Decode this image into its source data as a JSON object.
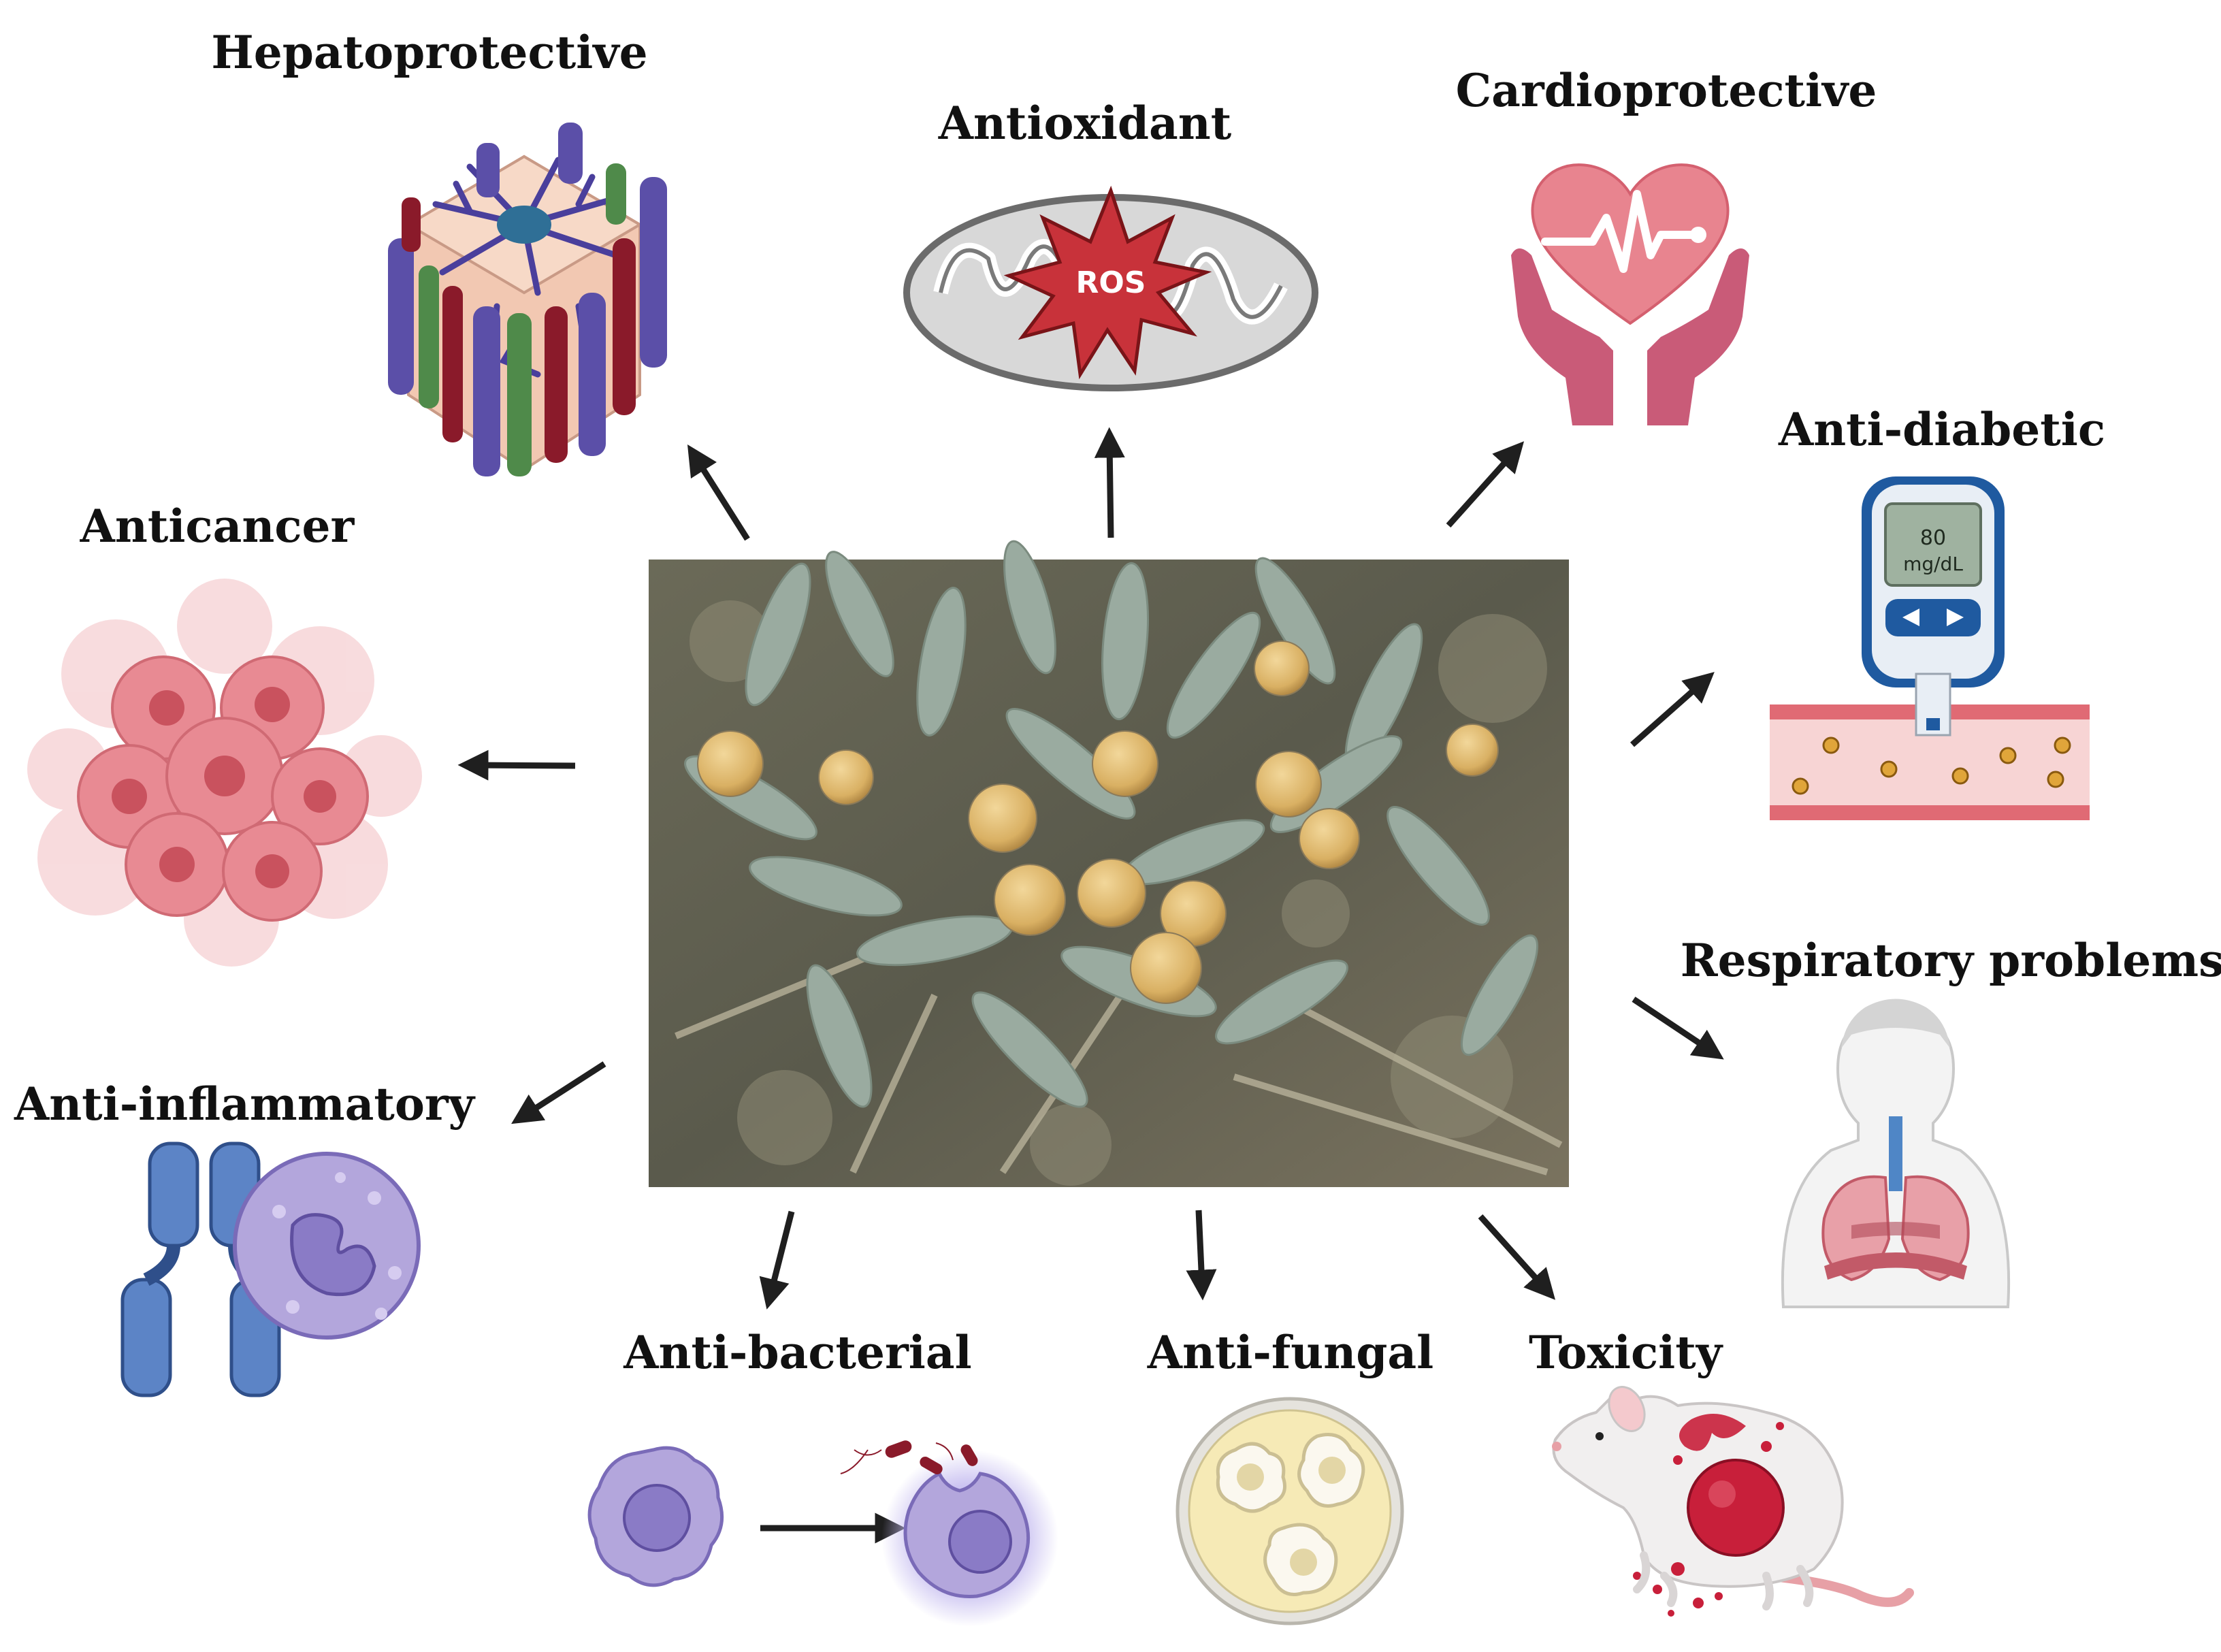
{
  "labels": {
    "hepatoprotective": "Hepatoprotective",
    "antioxidant": "Antioxidant",
    "cardioprotective": "Cardioprotective",
    "anti_diabetic": "Anti-diabetic",
    "anticancer": "Anticancer",
    "respiratory": "Respiratory problems",
    "anti_inflammatory": "Anti-inflammatory",
    "anti_bacterial": "Anti-bacterial",
    "anti_fungal": "Anti-fungal",
    "toxicity": "Toxicity"
  },
  "illustration_text": {
    "ros": "ROS",
    "glucose_value": "80",
    "glucose_unit": "mg/dL"
  },
  "colors": {
    "arrow": "#1f1f1f",
    "liver_blue": "#5b4fa8",
    "liver_red": "#8a1a2a",
    "liver_green": "#4f8a4a",
    "ros_red": "#c8323a",
    "heart_pink": "#e8848f",
    "hands_pink": "#c95b78",
    "cancer_pink": "#e88a93",
    "immune_blue": "#5c84c6",
    "cell_purple": "#a59ad8",
    "rat_white": "#f1efef",
    "blood_red": "#c81f3a"
  }
}
